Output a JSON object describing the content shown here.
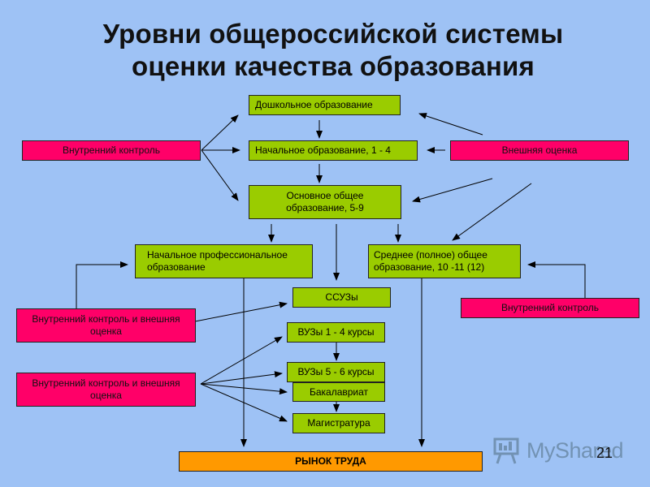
{
  "title": {
    "line1": "Уровни общероссийской системы",
    "line2": "оценки качества образования"
  },
  "boxes": {
    "preschool": "Дошкольное образование",
    "primary": "Начальное образование, 1 - 4",
    "basic": "Основное общее образование, 5-9",
    "vocational": "Начальное профессиональное образование",
    "secondary": "Среднее (полное) общее образование, 10 -11 (12)",
    "ssuz": "ССУЗы",
    "vuz14": "ВУЗы 1 - 4 курсы",
    "vuz56": "ВУЗы 5 - 6 курсы",
    "bachelor": "Бакалавриат",
    "master": "Магистратура",
    "labor_market": "РЫНОК ТРУДА",
    "internal_control_top": "Внутренний контроль",
    "external_assessment": "Внешняя оценка",
    "internal_control_right": "Внутренний контроль",
    "internal_external_1": "Внутренний контроль и внешняя оценка",
    "internal_external_2": "Внутренний контроль и внешняя оценка"
  },
  "logo_text": "MyShared",
  "page_number": "21",
  "colors": {
    "background": "#9ec2f5",
    "green_box": "#9acc00",
    "magenta_box": "#ff0068",
    "orange_box": "#ff9900"
  }
}
